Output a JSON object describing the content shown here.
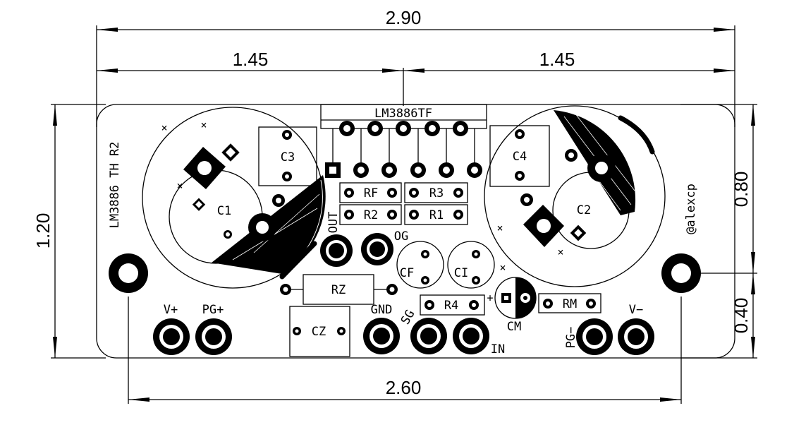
{
  "dimensions": {
    "overall_width": "2.90",
    "half_left": "1.45",
    "half_right": "1.45",
    "board_height": "1.20",
    "upper_vertical": "0.80",
    "lower_vertical": "0.40",
    "hole_spacing": "2.60"
  },
  "board": {
    "side_label": "LM3886 TH R2",
    "author": "@alexcp"
  },
  "components": {
    "ic": "LM3886TF",
    "c1": "C1",
    "c2": "C2",
    "c3": "C3",
    "c4": "C4",
    "rf": "RF",
    "r3": "R3",
    "r2": "R2",
    "r1": "R1",
    "rz": "RZ",
    "cz": "CZ",
    "cf": "CF",
    "ci": "CI",
    "r4": "R4",
    "cm": "CM",
    "rm": "RM"
  },
  "pads": {
    "out": "OUT",
    "og": "OG",
    "vplus": "V+",
    "pgplus": "PG+",
    "gnd": "GND",
    "sg": "SG",
    "in": "IN",
    "pgminus": "PG−",
    "vminus": "V−",
    "plus_marker": "+",
    "x_marker": "×"
  }
}
